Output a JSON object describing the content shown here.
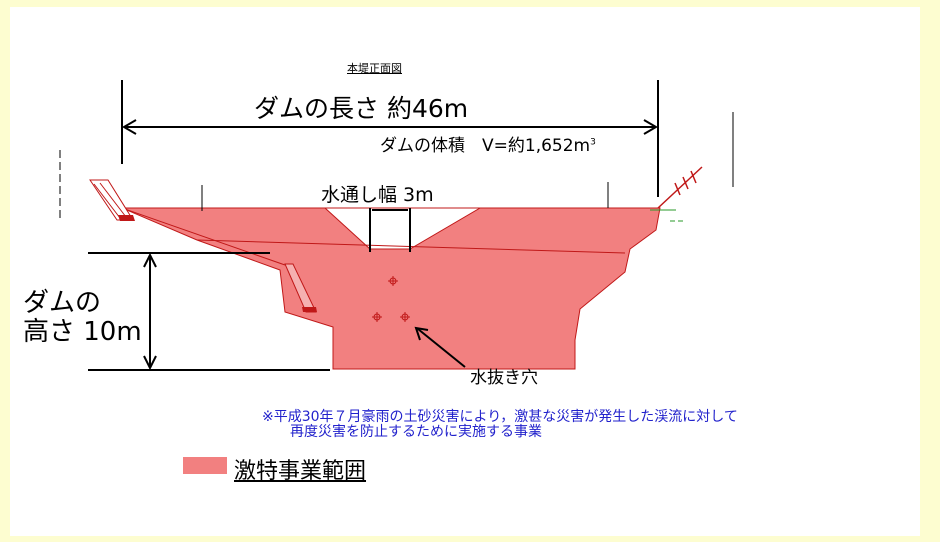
{
  "drawing": {
    "subtitle": "本堤正面図",
    "length_label": "ダムの長さ 約46m",
    "volume_label": "ダムの体積　V=約1,652m",
    "volume_unit_sup": "3",
    "spillway_label": "水通し幅 3m",
    "height_label_line1": "ダムの",
    "height_label_line2": "高さ 10m",
    "drain_hole_label": "水抜き穴"
  },
  "note": {
    "line1": "※平成30年７月豪雨の土砂災害により，激甚な災害が発生した渓流に対して",
    "line2": "再度災害を防止するために実施する事業"
  },
  "legend": {
    "label": "激特事業範囲",
    "color": "#f28080"
  },
  "colors": {
    "dam_fill": "#f28080",
    "dam_stroke": "#c01818",
    "note_text": "#2222cc",
    "page_bg": "#fdfdd0"
  }
}
